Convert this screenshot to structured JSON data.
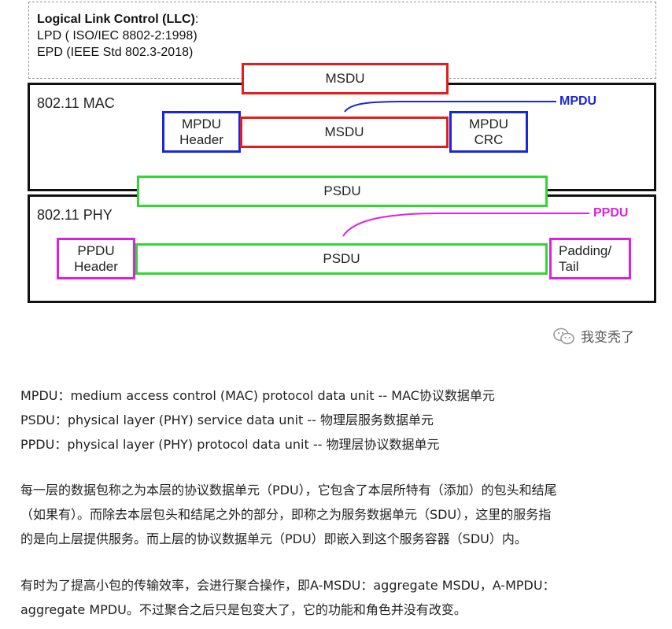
{
  "diagram": {
    "llc": {
      "title": "Logical Link Control (LLC)",
      "title_suffix": ":",
      "line1": "LPD ( ISO/IEC  8802-2:1998)",
      "line2": "EPD (IEEE Std 802.3-2018)"
    },
    "llc_msdu": "MSDU",
    "mac": {
      "title": "802.11 MAC",
      "mpdu_tag": "MPDU",
      "header_line1": "MPDU",
      "header_line2": "Header",
      "msdu": "MSDU",
      "crc_line1": "MPDU",
      "crc_line2": "CRC"
    },
    "mac_psdu": "PSDU",
    "phy": {
      "title": "802.11 PHY",
      "ppdu_tag": "PPDU",
      "header_line1": "PPDU",
      "header_line2": "Header",
      "psdu": "PSDU",
      "padding_line1": "Padding/",
      "padding_line2": "Tail"
    },
    "colors": {
      "red": "#e02020",
      "blue": "#1a27d6",
      "green": "#2fd82f",
      "magenta": "#e020e0",
      "border": "#111111"
    }
  },
  "watermark": {
    "icon": "wechat-icon",
    "text": "我变秃了"
  },
  "definitions": [
    "MPDU：medium access control (MAC) protocol data unit -- MAC协议数据单元",
    "PSDU：physical layer (PHY) service data unit -- 物理层服务数据单元",
    "PPDU：physical layer (PHY) protocol data unit -- 物理层协议数据单元"
  ],
  "paragraph1": [
    "每一层的数据包称之为本层的协议数据单元（PDU），它包含了本层所特有（添加）的包头和结尾",
    "（如果有）。而除去本层包头和结尾之外的部分，即称之为服务数据单元（SDU），这里的服务指",
    "的是向上层提供服务。而上层的协议数据单元（PDU）即嵌入到这个服务容器（SDU）内。"
  ],
  "paragraph2": [
    "有时为了提高小包的传输效率，会进行聚合操作，即A-MSDU：aggregate MSDU，A-MPDU：",
    "aggregate MPDU。不过聚合之后只是包变大了，它的功能和角色并没有改变。"
  ]
}
